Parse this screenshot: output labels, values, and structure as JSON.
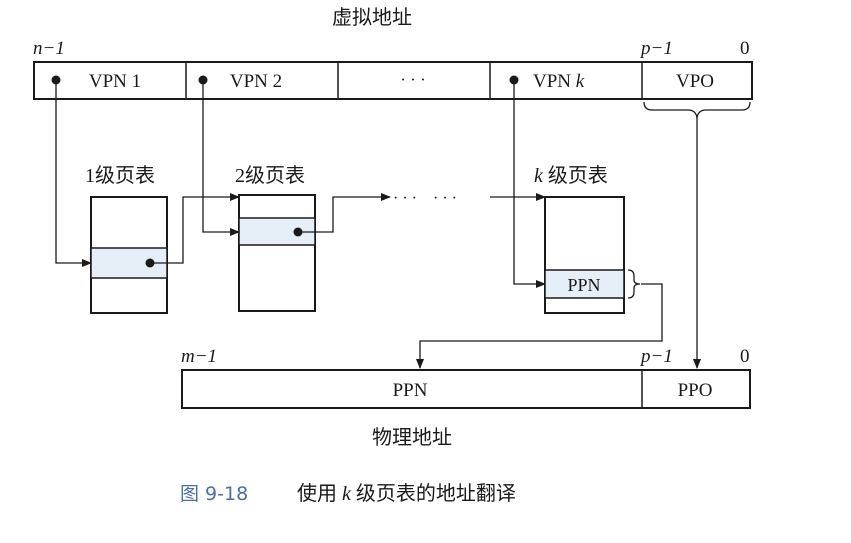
{
  "virtual_address": {
    "title": "虚拟地址",
    "bit_high": "n−1",
    "bit_p": "p−1",
    "bit_zero": "0",
    "fields": [
      "VPN 1",
      "VPN 2",
      "· · ·",
      "VPN ",
      "VPO"
    ],
    "vpn_k_italic": "k"
  },
  "page_tables": {
    "level1": "1级页表",
    "level2": "2级页表",
    "levelk_prefix": "k",
    "levelk_suffix": " 级页表",
    "ellipsis": "· · ·    · · ·",
    "ppn_entry": "PPN"
  },
  "physical_address": {
    "title": "物理地址",
    "bit_high": "m−1",
    "bit_p": "p−1",
    "bit_zero": "0",
    "fields": [
      "PPN",
      "PPO"
    ]
  },
  "caption": {
    "figure_number": "图 9-18",
    "text_prefix": "使用 ",
    "text_italic": "k",
    "text_suffix": " 级页表的地址翻译"
  }
}
